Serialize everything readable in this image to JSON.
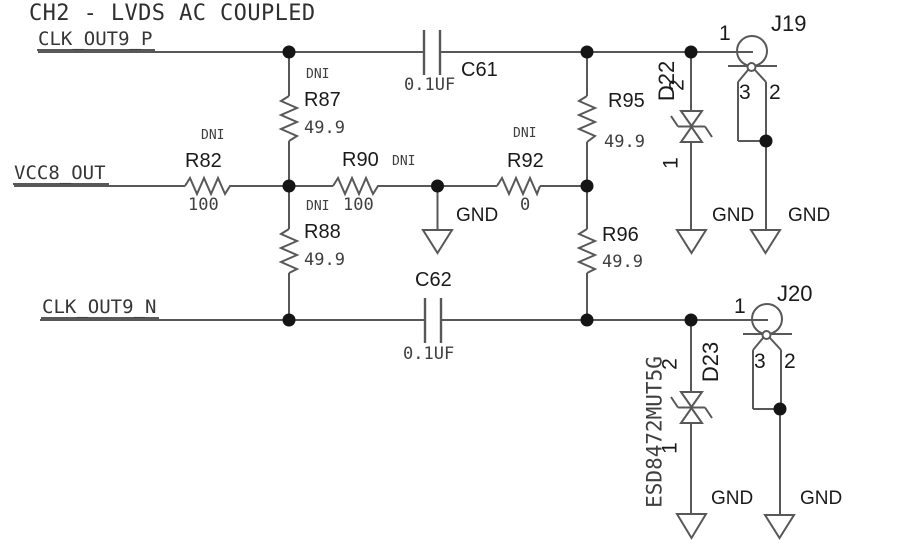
{
  "title": "CH2 - LVDS AC COUPLED",
  "nets": {
    "clk_out9_p": "CLK_OUT9_P",
    "vcc8_out": "VCC8_OUT",
    "clk_out9_n": "CLK_OUT9_N"
  },
  "gnd_label": "GND",
  "components": {
    "r82": {
      "ref": "R82",
      "value": "100",
      "dni": "DNI"
    },
    "r87": {
      "ref": "R87",
      "value": "49.9",
      "dni": "DNI"
    },
    "r88": {
      "ref": "R88",
      "value": "49.9",
      "dni": "DNI"
    },
    "r90": {
      "ref": "R90",
      "value": "100",
      "dni": "DNI"
    },
    "r92": {
      "ref": "R92",
      "value": "0",
      "dni": "DNI"
    },
    "r95": {
      "ref": "R95",
      "value": "49.9"
    },
    "r96": {
      "ref": "R96",
      "value": "49.9"
    },
    "c61": {
      "ref": "C61",
      "value": "0.1UF"
    },
    "c62": {
      "ref": "C62",
      "value": "0.1UF"
    },
    "d22": {
      "ref": "D22",
      "pin_top": "2",
      "pin_bottom": "1"
    },
    "d23": {
      "ref": "D23",
      "part_number": "ESD8472MUT5G",
      "pin_top": "2",
      "pin_bottom": "1"
    },
    "j19": {
      "ref": "J19",
      "pin1": "1",
      "pin2": "2",
      "pin3": "3"
    },
    "j20": {
      "ref": "J20",
      "pin1": "1",
      "pin2": "2",
      "pin3": "3"
    }
  },
  "colors": {
    "background": "#ffffff",
    "wire": "#585858",
    "junction": "#151515",
    "ref_text": "#1a1a1a",
    "mono_text": "#3f3f3f"
  }
}
